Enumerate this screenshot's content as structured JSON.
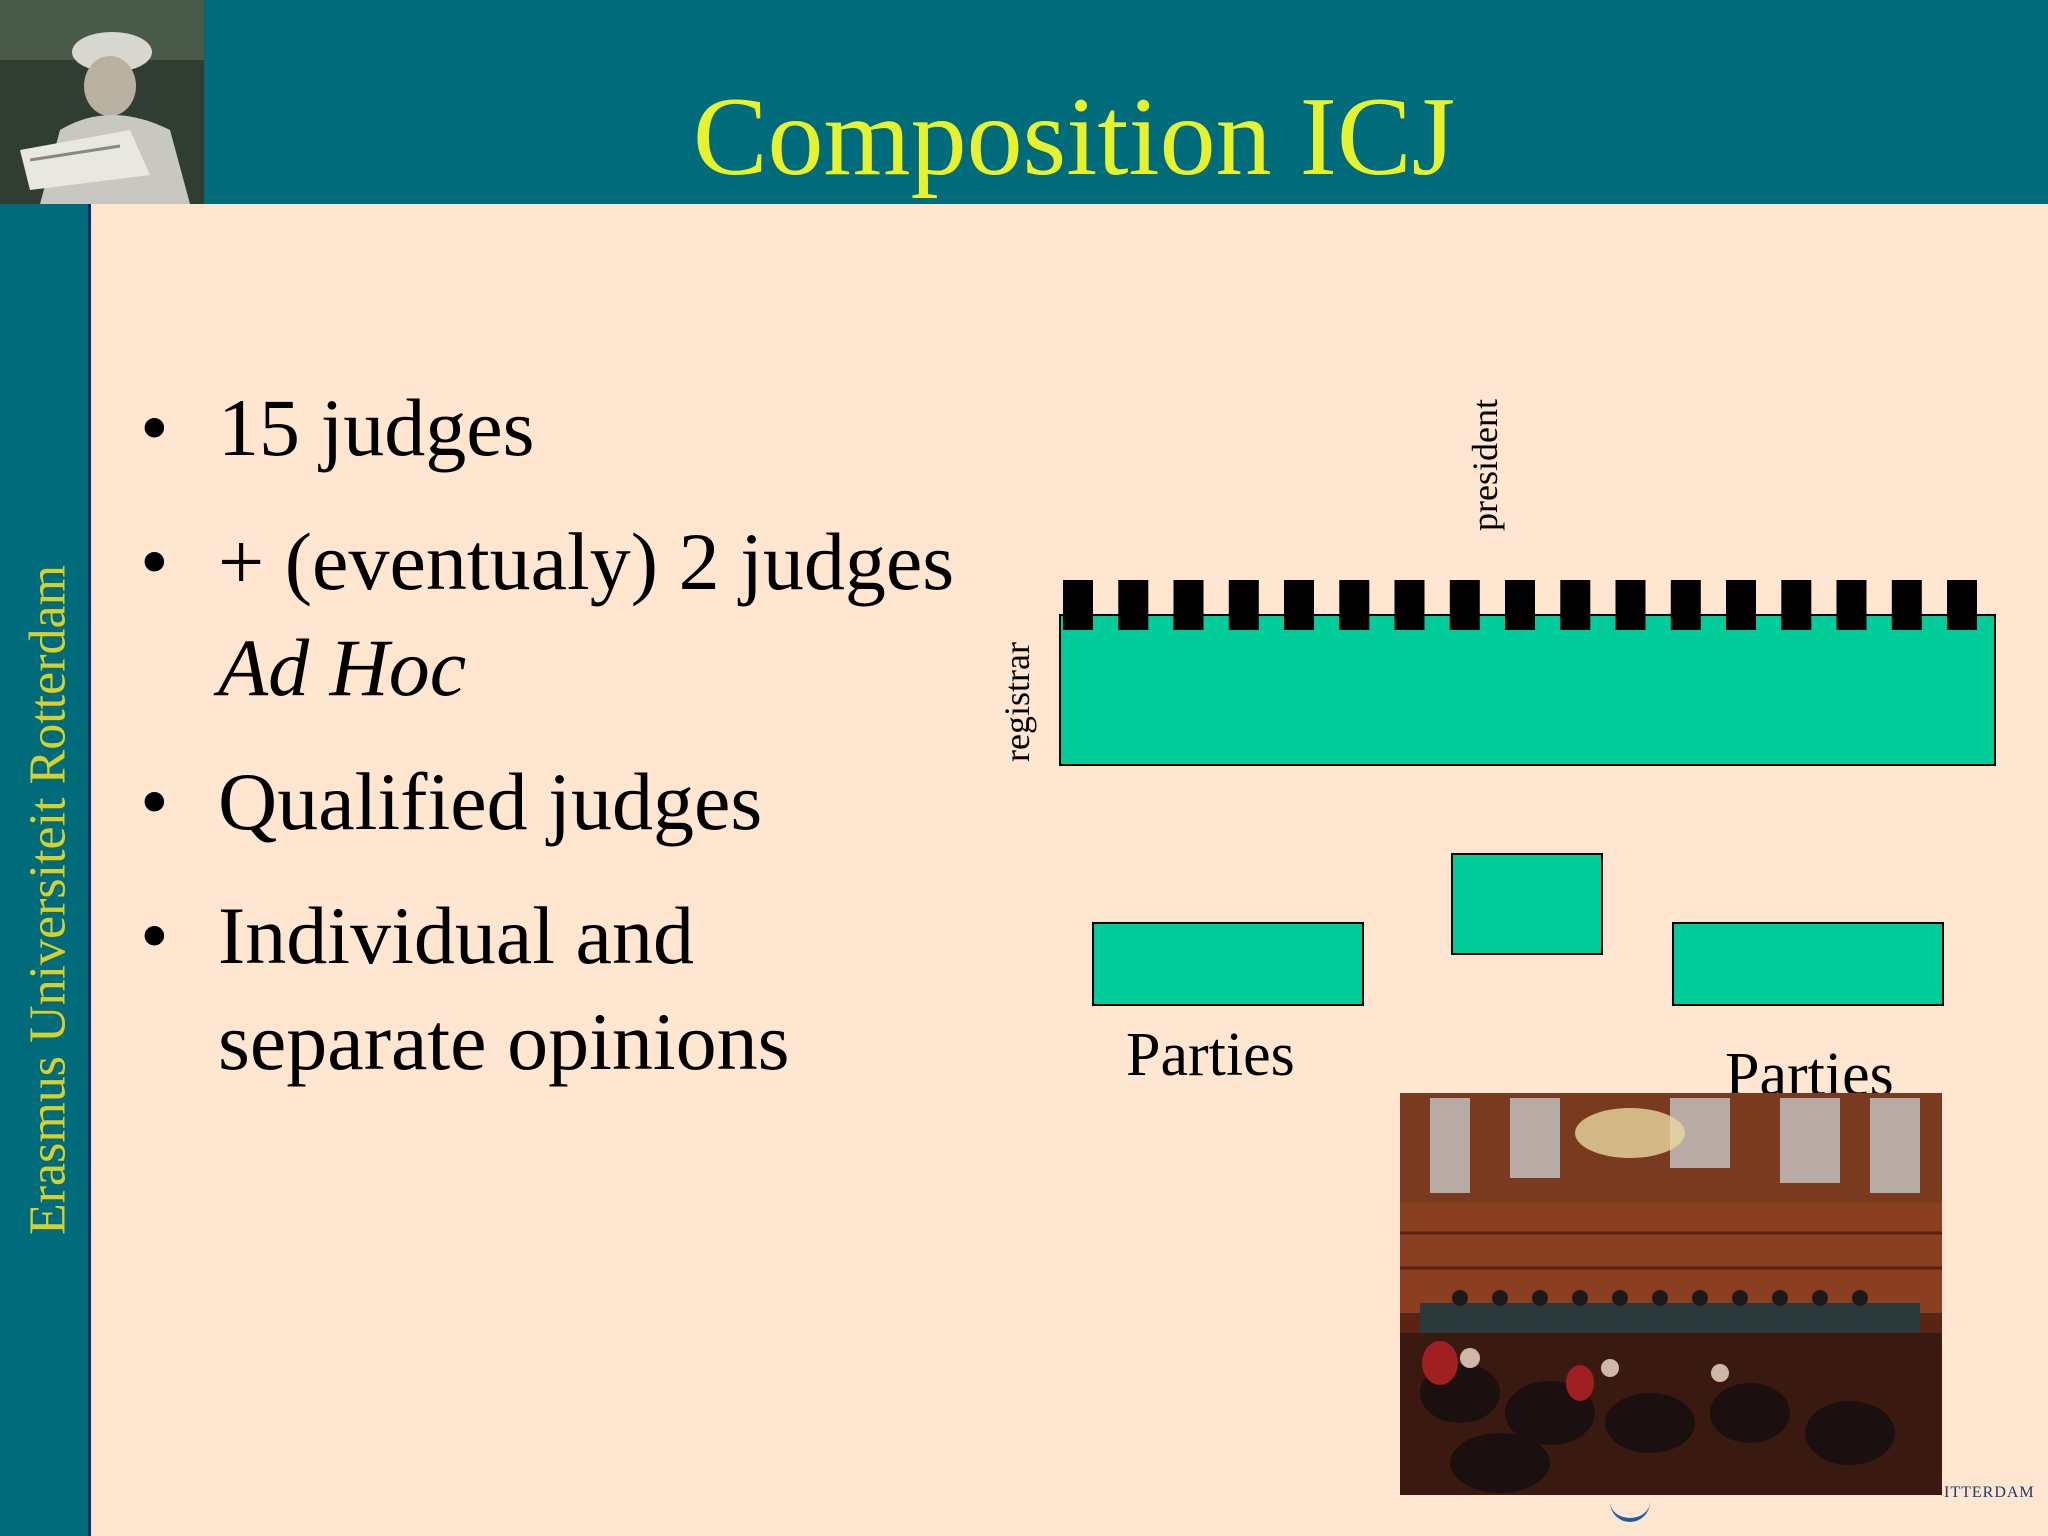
{
  "slide": {
    "title": "Composition ICJ",
    "side_text": "Erasmus Universiteit Rotterdam",
    "bullets": [
      {
        "line1": "15 judges"
      },
      {
        "line1": "+ (eventualy) 2 judges",
        "line2": "Ad Hoc"
      },
      {
        "line1": "Qualified judges"
      },
      {
        "line1": "Individual and",
        "line2": "separate opinions"
      }
    ]
  },
  "diagram": {
    "label_president": "president",
    "label_registrar": "registrar",
    "label_parties_left": "Parties",
    "label_parties_right": "Parties",
    "judge_count": 17,
    "colors": {
      "bench": "#00cc99",
      "judge": "#000000"
    }
  },
  "footer": {
    "logo_text": "ITTERDAM"
  },
  "colors": {
    "header": "#006b7b",
    "title": "#e8f22c",
    "background": "#ffe6d1",
    "side_text": "#d8d02a"
  }
}
